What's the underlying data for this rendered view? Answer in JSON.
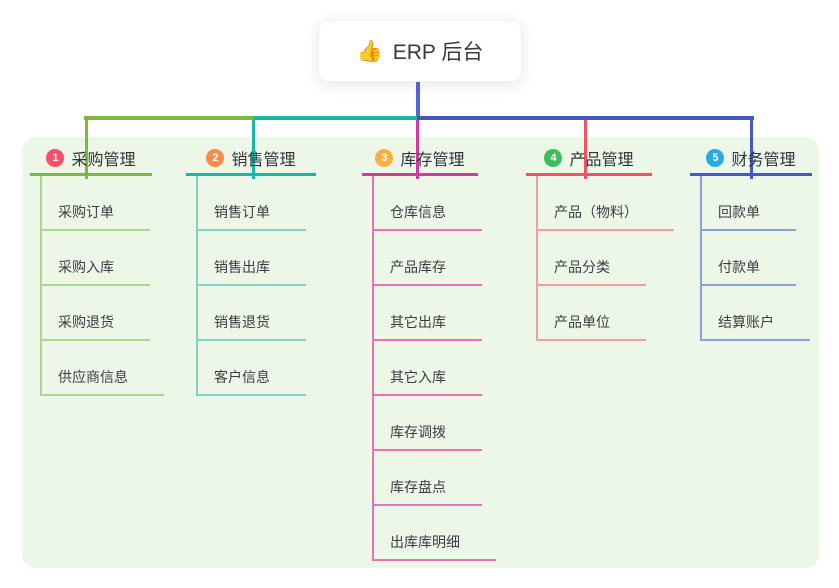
{
  "root": {
    "icon": "👍",
    "title": "ERP 后台"
  },
  "canvas": {
    "page_bg": "#FFFFFF",
    "panel_bg": "#ECF7E8",
    "stem_color": "#5565D8"
  },
  "branches": [
    {
      "badge": "1",
      "title": "采购管理",
      "colors": {
        "badge": "#F4516C",
        "main": "#7CB93E",
        "light": "#ACD68E"
      },
      "children": [
        "采购订单",
        "采购入库",
        "采购退货",
        "供应商信息"
      ]
    },
    {
      "badge": "2",
      "title": "销售管理",
      "colors": {
        "badge": "#FA8C4C",
        "main": "#17B8A6",
        "light": "#82D2C6"
      },
      "children": [
        "销售订单",
        "销售出库",
        "销售退货",
        "客户信息"
      ]
    },
    {
      "badge": "3",
      "title": "库存管理",
      "colors": {
        "badge": "#FBB03C",
        "main": "#D1399E",
        "light": "#EE6FB5"
      },
      "children": [
        "仓库信息",
        "产品库存",
        "其它出库",
        "其它入库",
        "库存调拨",
        "库存盘点",
        "出库库明细"
      ]
    },
    {
      "badge": "4",
      "title": "产品管理",
      "colors": {
        "badge": "#3DBE58",
        "main": "#F25266",
        "light": "#F59D9D"
      },
      "children": [
        "产品（物料）",
        "产品分类",
        "产品单位"
      ]
    },
    {
      "badge": "5",
      "title": "财务管理",
      "colors": {
        "badge": "#2BA9E2",
        "main": "#4457C3",
        "light": "#8CA0DC"
      },
      "children": [
        "回款单",
        "付款单",
        "结算账户"
      ]
    }
  ]
}
